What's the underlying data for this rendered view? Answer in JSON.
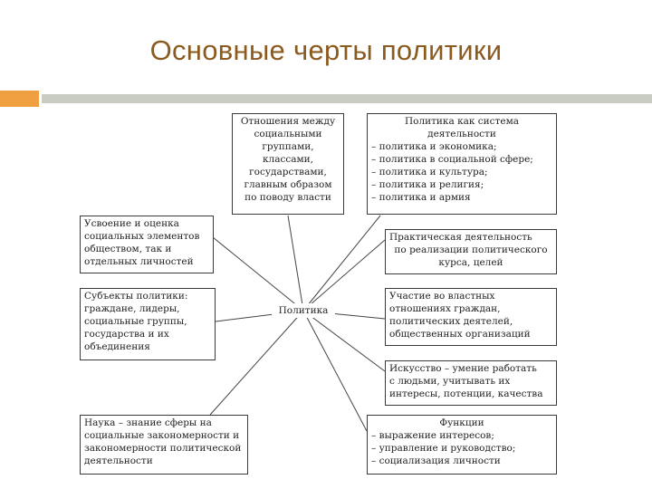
{
  "title": "Основные черты политики",
  "center": "Политика",
  "boxes": {
    "relations": [
      "Отношения между",
      "социальными",
      "группами,",
      "классами,",
      "государствами,",
      "главным образом",
      "по поводу власти"
    ],
    "system": {
      "heading": [
        "Политика как система",
        "деятельности"
      ],
      "items": [
        "политика и экономика;",
        "политика в социальной сфере;",
        "политика и культура;",
        "политика и религия;",
        "политика и армия"
      ]
    },
    "values": [
      "Усвоение и оценка",
      "социальных элементов",
      "обществом, так и",
      "отдельных личностей"
    ],
    "practical": [
      "Практическая деятельность",
      "по реализации политического",
      "курса, целей"
    ],
    "subjects": [
      "Субъекты политики:",
      "граждане, лидеры,",
      "социальные группы,",
      "государства и их",
      "объединения"
    ],
    "participation": [
      "Участие во властных",
      "отношениях граждан,",
      "политических деятелей,",
      "общественных организаций"
    ],
    "art": [
      "Искусство – умение работать",
      "с людьми, учитывать их",
      "интересы, потенции, качества"
    ],
    "science": [
      "Наука – знание сферы на",
      "социальные закономерности и",
      "закономерности политической",
      "деятельности"
    ],
    "functions": {
      "heading": [
        "Функции"
      ],
      "items": [
        "выражение интересов;",
        "управление и руководство;",
        "социализация личности"
      ]
    }
  }
}
